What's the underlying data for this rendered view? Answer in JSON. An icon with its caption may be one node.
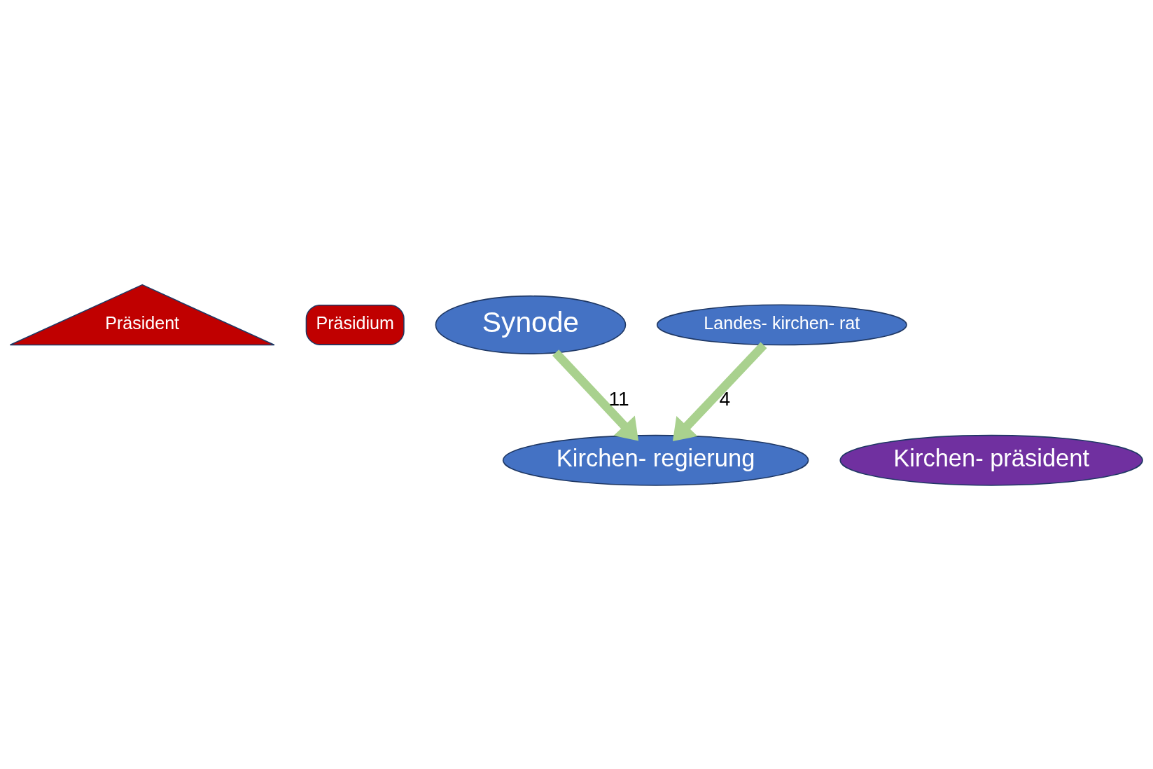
{
  "diagram": {
    "nodes": [
      {
        "text": [
          "Präsident"
        ]
      },
      {
        "text": [
          "Präsidium"
        ]
      },
      {
        "text": [
          "Synode"
        ]
      },
      {
        "text": [
          "Kirchen- regierung"
        ]
      },
      {
        "text": [
          "Kirchen- präsident"
        ]
      },
      {
        "text": [
          "Landes- kirchen- rat"
        ]
      }
    ],
    "edges": [
      {
        "from": 2,
        "to": 3,
        "arrow": "to",
        "label": "11"
      },
      {
        "from": 5,
        "to": 3,
        "arrow": "to",
        "label": "4"
      }
    ]
  }
}
